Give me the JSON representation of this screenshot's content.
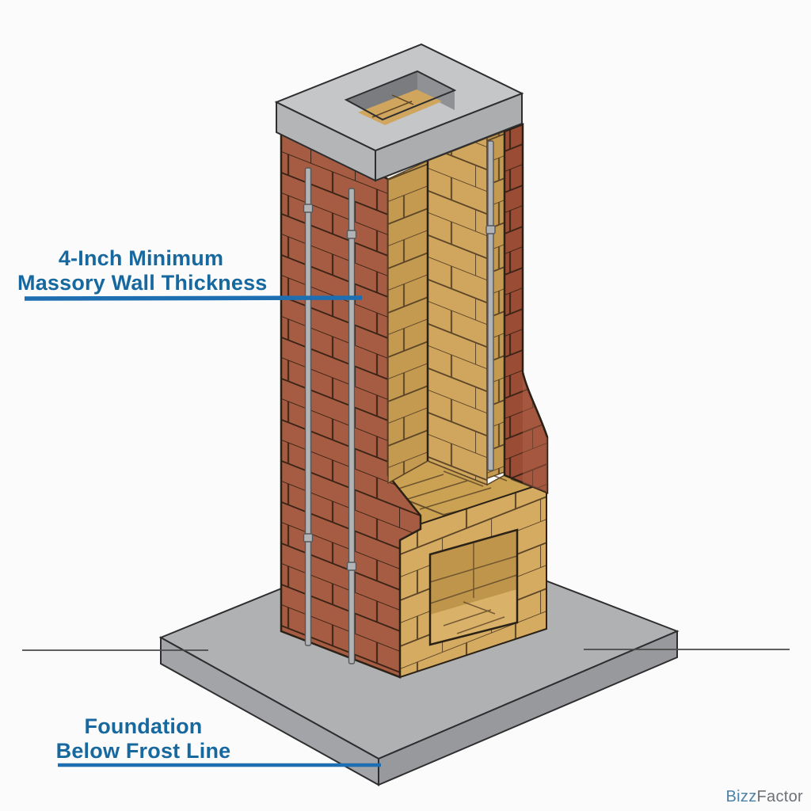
{
  "labels": {
    "wall": {
      "line1": "4-Inch Minimum",
      "line2": "Massory Wall Thickness"
    },
    "foundation": {
      "line1": "Foundation",
      "line2": "Below Frost Line"
    }
  },
  "watermark": {
    "brand_prefix": "Bizz",
    "brand_suffix": "Factor"
  },
  "diagram_parts": {
    "cap": "concrete chimney cap with flue opening",
    "shaft": "red brick chimney shaft with cutaway showing tan flue liner",
    "rebar": "3 vertical reinforcement rods",
    "base": "tan brick firebox base with opening",
    "slab": "concrete foundation slab",
    "ground_line": "frost line indicator"
  },
  "colors": {
    "background": "#fbfbfb",
    "label_blue": "#17689f",
    "leader_blue": "#1e6fb1",
    "wm_blue": "#4d82a8",
    "wm_gray": "#6e7276",
    "brick_red": "#a65c42",
    "brick_red_dark": "#9a4c35",
    "brick_red_light": "#b4664c",
    "mortar_red": "#3b2315",
    "brick_tan": "#d0a65e",
    "brick_tan_dark": "#c49a50",
    "brick_tan_light": "#d5ab62",
    "shelf_tan": "#cba254",
    "firebox_back": "#bf954c",
    "firebox_floor": "#d9b168",
    "mortar_tan": "#5d4627",
    "cap_top": "#c5c6c8",
    "cap_side_left": "#b4b5b7",
    "cap_side_right": "#acadaf",
    "hole_wall": "#909194",
    "hole_dark": "#7b7c7f",
    "slab_top": "#b0b1b3",
    "slab_side_left": "#a3a4a7",
    "slab_side_right": "#98999c",
    "rebar_gray": "#b2b3b5",
    "rebar_edge": "#56575a",
    "outline": "#2b2217",
    "outline_gray": "#2e2e30",
    "ground_line": "#4a4a4a"
  }
}
